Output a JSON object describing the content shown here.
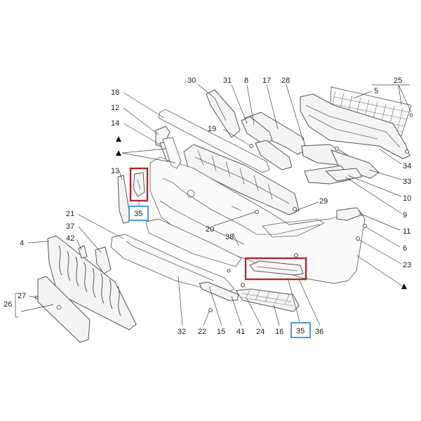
{
  "callouts": {
    "c30": "30",
    "c31": "31",
    "c8": "8",
    "c17": "17",
    "c28": "28",
    "c25": "25",
    "c5": "5",
    "c18": "18",
    "c12": "12",
    "c14": "14",
    "c19": "19",
    "c13": "13",
    "c35a": "35",
    "c21": "21",
    "c37": "37",
    "c4": "4",
    "c42": "42",
    "c27": "27",
    "c26": "26",
    "c20": "20",
    "c38": "38",
    "c29": "29",
    "c34": "34",
    "c33": "33",
    "c10": "10",
    "c9": "9",
    "c11": "11",
    "c6": "6",
    "c23": "23",
    "c32": "32",
    "c22": "22",
    "c15": "15",
    "c41": "41",
    "c24": "24",
    "c16": "16",
    "c35b": "35",
    "c36": "36"
  },
  "highlight_colors": {
    "selected_part": "#b2282c",
    "part_number_box": "#3a8fd6"
  }
}
